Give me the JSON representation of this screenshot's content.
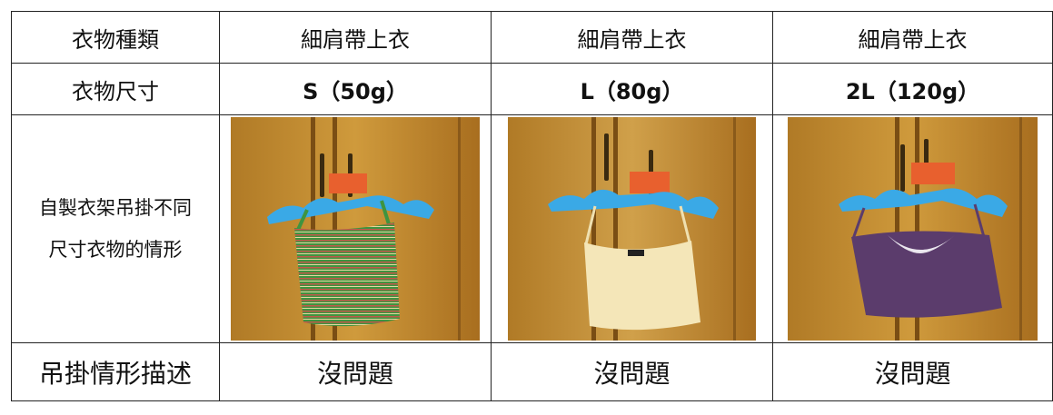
{
  "table": {
    "row1": {
      "label": "衣物種類",
      "values": [
        "細肩帶上衣",
        "細肩帶上衣",
        "細肩帶上衣"
      ]
    },
    "row2": {
      "label": "衣物尺寸",
      "values": [
        "S（50g）",
        "L（80g）",
        "2L（120g）"
      ]
    },
    "row3": {
      "label_line1": "自製衣架吊掛不同",
      "label_line2": "尺寸衣物的情形",
      "photos": [
        {
          "garment": "green striped camisole",
          "color": "#3e9440"
        },
        {
          "garment": "cream camisole",
          "color": "#f4e6b8"
        },
        {
          "garment": "purple camisole with lace",
          "color": "#5b3c6c"
        }
      ]
    },
    "row4": {
      "label": "吊掛情形描述",
      "values": [
        "沒問題",
        "沒問題",
        "沒問題"
      ]
    }
  }
}
